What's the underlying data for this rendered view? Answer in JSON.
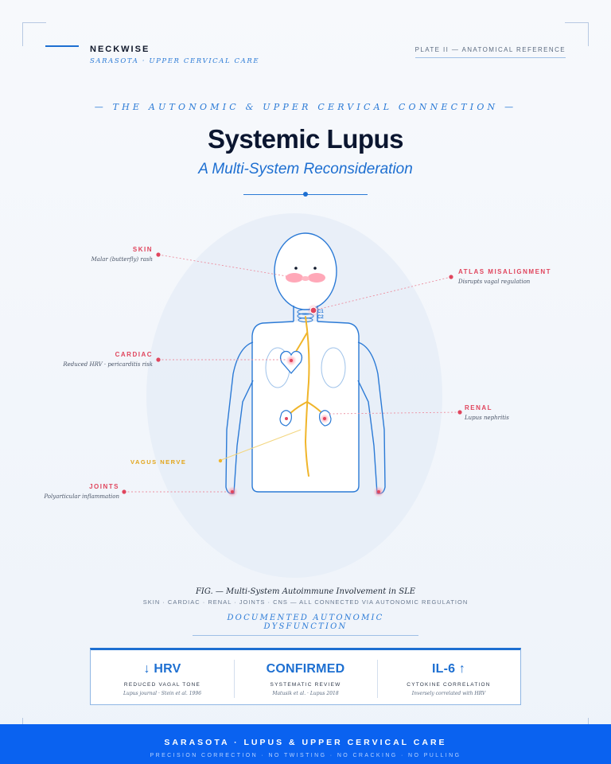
{
  "header": {
    "brand_name": "NECKWISE",
    "brand_sub": "SARASOTA · UPPER CERVICAL CARE",
    "plate": "PLATE II — ANATOMICAL REFERENCE"
  },
  "hero": {
    "kicker": "— THE AUTONOMIC & UPPER CERVICAL CONNECTION —",
    "title": "Systemic Lupus",
    "subtitle": "A Multi-System Reconsideration"
  },
  "diagram": {
    "vertebra_c1": "C1",
    "vertebra_c2": "C2",
    "callouts": {
      "skin": {
        "label": "SKIN",
        "desc": "Malar (butterfly) rash"
      },
      "atlas": {
        "label": "ATLAS MISALIGNMENT",
        "desc": "Disrupts vagal regulation"
      },
      "cardiac": {
        "label": "CARDIAC",
        "desc": "Reduced HRV · pericarditis risk"
      },
      "renal": {
        "label": "RENAL",
        "desc": "Lupus nephritis"
      },
      "vagus": {
        "label": "VAGUS NERVE"
      },
      "joints": {
        "label": "JOINTS",
        "desc": "Polyarticular inflammation"
      }
    },
    "colors": {
      "outline": "#2b7ad6",
      "accent": "#e0455d",
      "vagus": "#f0b52a"
    }
  },
  "caption": {
    "figure": "FIG. — Multi-System Autoimmune Involvement in SLE",
    "systems": "SKIN · CARDIAC · RENAL · JOINTS · CNS — ALL CONNECTED VIA AUTONOMIC REGULATION",
    "heading": "DOCUMENTED AUTONOMIC DYSFUNCTION"
  },
  "stats": [
    {
      "value": "↓ HRV",
      "label": "REDUCED VAGAL TONE",
      "source": "Lupus journal · Stein et al. 1996"
    },
    {
      "value": "CONFIRMED",
      "label": "SYSTEMATIC REVIEW",
      "source": "Matusik et al. · Lupus 2018"
    },
    {
      "value": "IL-6 ↑",
      "label": "CYTOKINE CORRELATION",
      "source": "Inversely correlated with HRV"
    }
  ],
  "footer": {
    "title": "SARASOTA · LUPUS & UPPER CERVICAL CARE",
    "sub": "PRECISION CORRECTION · NO TWISTING · NO CRACKING · NO PULLING"
  }
}
